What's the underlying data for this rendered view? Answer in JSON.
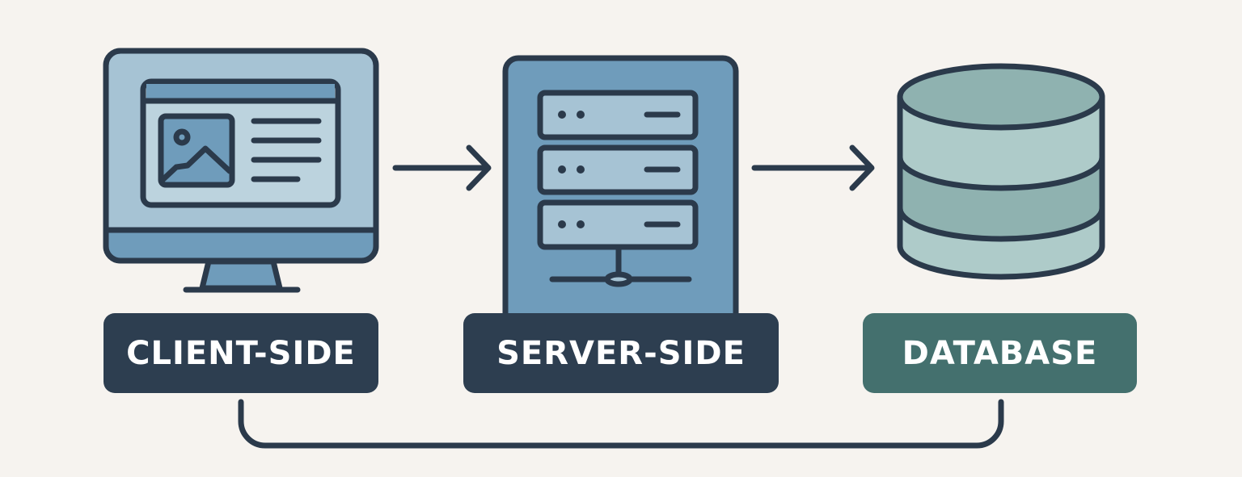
{
  "nodes": [
    {
      "label": "CLIENT-SIDE",
      "icon": "monitor-icon"
    },
    {
      "label": "SERVER-SIDE",
      "icon": "server-rack-icon"
    },
    {
      "label": "DATABASE",
      "icon": "database-icon"
    }
  ],
  "colors": {
    "background": "#f6f3ef",
    "outline": "#2b3a4b",
    "label_dark": "#2d3e50",
    "label_database": "#44706e",
    "blue_light": "#a6c3d4",
    "blue_mid": "#6f9cbb",
    "teal_light": "#aecbc9",
    "teal_mid": "#8fb2b0"
  }
}
